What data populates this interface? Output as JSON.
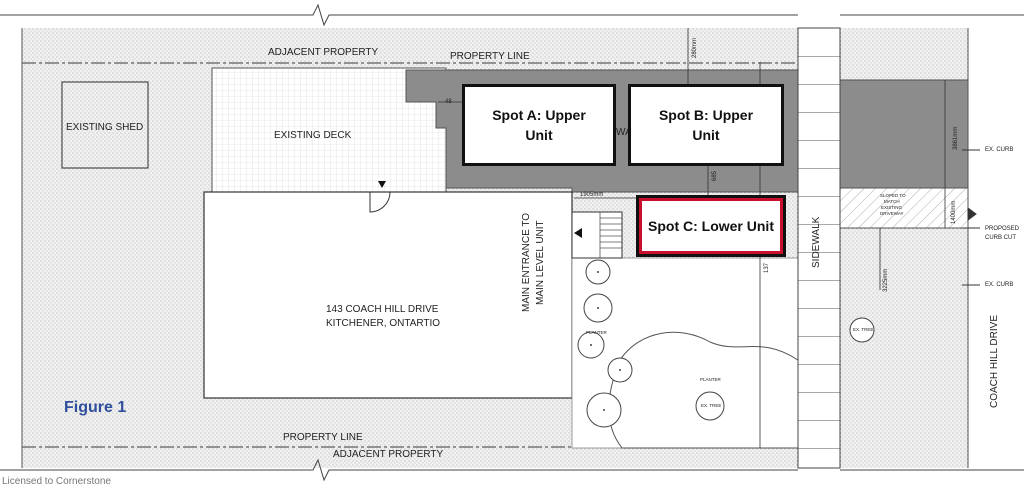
{
  "labels": {
    "adjacent_property_top": "ADJACENT PROPERTY",
    "property_line_top": "PROPERTY LINE",
    "existing_shed": "EXISTING SHED",
    "existing_deck": "EXISTING DECK",
    "address_line1": "143 COACH HILL DRIVE",
    "address_line2": "KITCHENER, ONTARTIO",
    "property_line_bottom": "PROPERTY LINE",
    "adjacent_property_bottom": "ADJACENT PROPERTY",
    "main_entrance_line1": "MAIN ENTRANCE TO",
    "main_entrance_line2": "MAIN LEVEL UNIT",
    "sidewalk": "SIDEWALK",
    "coach_hill_drive": "COACH HILL DRIVE",
    "ex_curb_top": "EX. CURB",
    "ex_curb_bottom": "EX. CURB",
    "proposed_curb_cut_line1": "PROPOSED",
    "proposed_curb_cut_line2": "CURB CUT",
    "sloped_note_line1": "SLOPED TO",
    "sloped_note_line2": "MATCH",
    "sloped_note_line3": "EXISTING",
    "sloped_note_line4": "DRIVEWAY",
    "planter_left": "PLANTER",
    "planter_right": "PLANTER",
    "ex_tree_right": "EX. TREE",
    "ex_tree_planter": "EX. TREE",
    "walk_fragment": "WA",
    "dim_280": "280mm",
    "dim_48": "48",
    "dim_3861": "3861mm",
    "dim_1905": "1905mm",
    "dim_685": "685",
    "dim_1400": "1400mm",
    "dim_137": "137",
    "dim_3225": "3225mm"
  },
  "spots": {
    "a_line1": "Spot A: Upper",
    "a_line2": "Unit",
    "b_line1": "Spot B: Upper",
    "b_line2": "Unit",
    "c": "Spot C: Lower Unit"
  },
  "figure_label": "Figure 1",
  "watermark": "Licensed to Cornerstone"
}
